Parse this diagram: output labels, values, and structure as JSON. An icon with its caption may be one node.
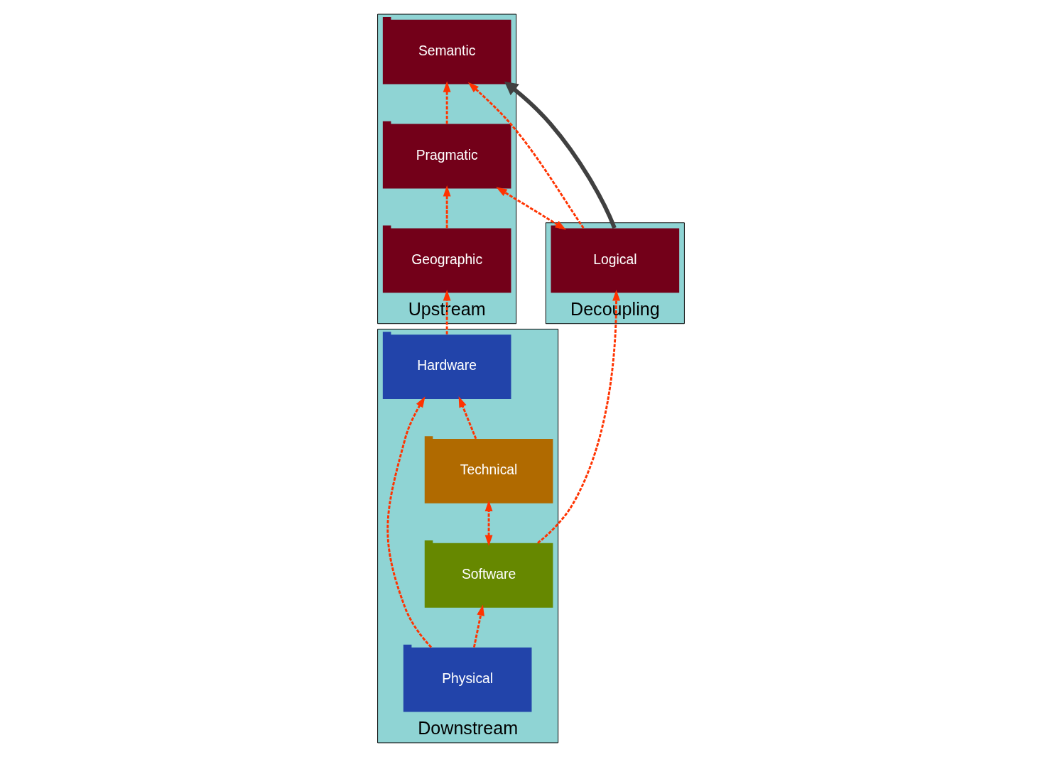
{
  "diagram": {
    "nodes": [
      {
        "text": [
          "Upstream"
        ]
      },
      {
        "text": [
          "Semantic"
        ],
        "in": 0
      },
      {
        "text": [
          "Pragmatic"
        ],
        "in": 0
      },
      {
        "text": [
          "Geographic"
        ],
        "in": 0
      },
      {
        "text": [
          "Decoupling"
        ]
      },
      {
        "text": [
          "Logical"
        ],
        "in": 4
      },
      {
        "text": [
          "Downstream"
        ]
      },
      {
        "text": [
          "Software"
        ],
        "in": 6
      },
      {
        "text": [
          "Technical"
        ],
        "in": 6
      },
      {
        "text": [
          "Hardware"
        ],
        "in": 6
      },
      {
        "text": [
          "Physical"
        ],
        "in": 6
      }
    ],
    "edges": [
      {
        "from": 3,
        "to": 2,
        "arrow": "to",
        "style": "dashed"
      },
      {
        "from": 2,
        "to": 1,
        "arrow": "to",
        "style": "dashed"
      },
      {
        "from": 5,
        "to": 1,
        "arrow": "to",
        "style": "dashed"
      },
      {
        "from": 5,
        "to": 1,
        "arrow": "to",
        "style": "thick",
        "color": "#404040"
      },
      {
        "from": 5,
        "to": 2,
        "arrow": "both",
        "style": "dashed"
      },
      {
        "from": 7,
        "to": 5,
        "arrow": "to",
        "style": "dashed"
      },
      {
        "from": 7,
        "to": 8,
        "arrow": "both",
        "style": "dashed"
      },
      {
        "from": 8,
        "to": 9,
        "arrow": "to",
        "style": "dashed"
      },
      {
        "from": 10,
        "to": 7,
        "arrow": "to",
        "style": "dashed"
      },
      {
        "from": 10,
        "to": 9,
        "arrow": "to",
        "style": "dashed"
      },
      {
        "from": 9,
        "to": 3,
        "arrow": "to",
        "style": "dashed"
      }
    ]
  }
}
